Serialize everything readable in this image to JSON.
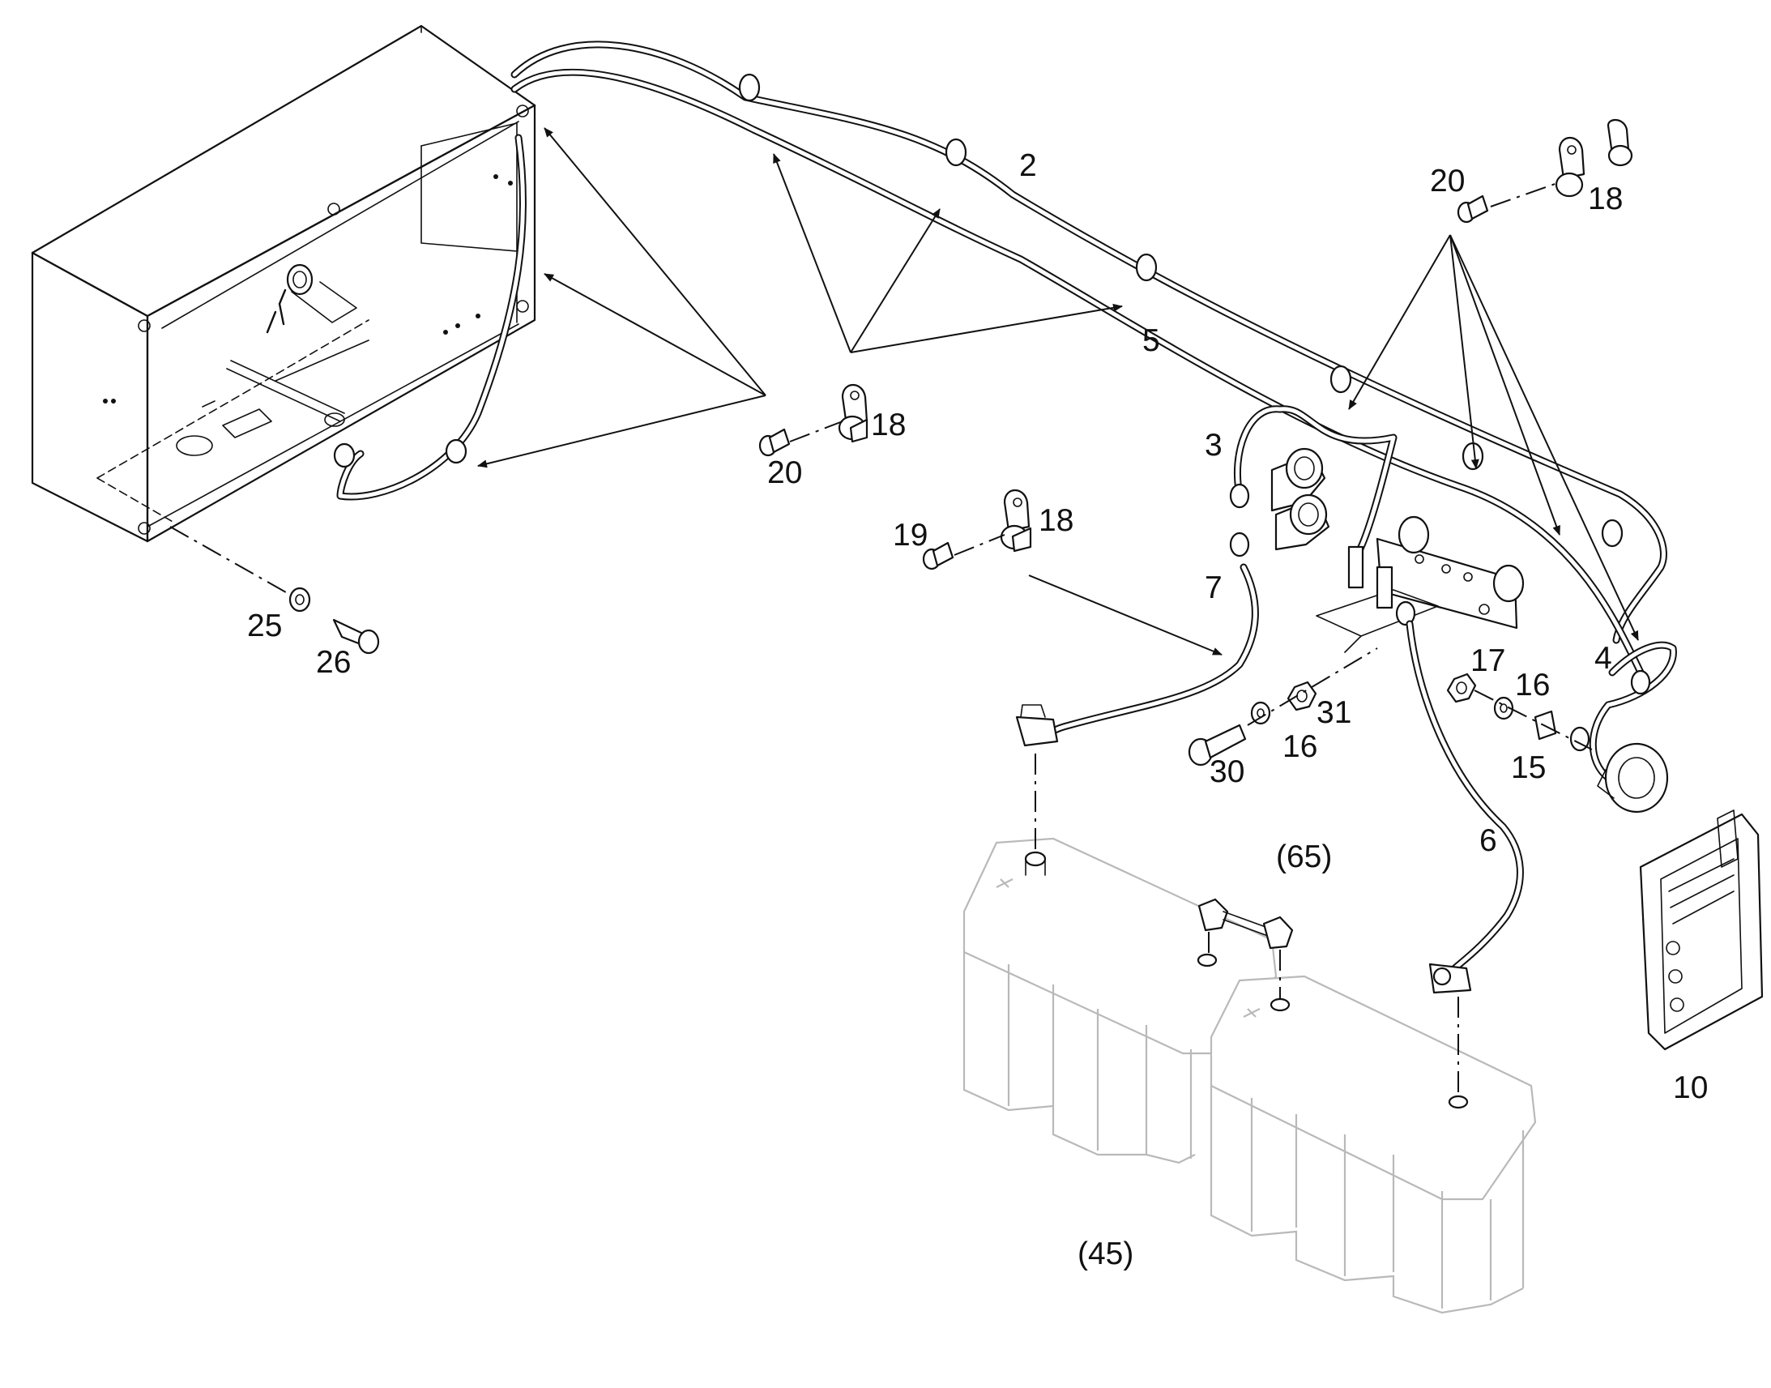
{
  "callouts": {
    "c2": "2",
    "c3": "3",
    "c4": "4",
    "c5": "5",
    "c6": "6",
    "c7": "7",
    "c10": "10",
    "c15": "15",
    "c16a": "16",
    "c16b": "16",
    "c17": "17",
    "c18a": "18",
    "c18b": "18",
    "c18c": "18",
    "c19": "19",
    "c20a": "20",
    "c20b": "20",
    "c25": "25",
    "c26": "26",
    "c30": "30",
    "c31": "31",
    "c45": "(45)",
    "c65": "(65)"
  }
}
